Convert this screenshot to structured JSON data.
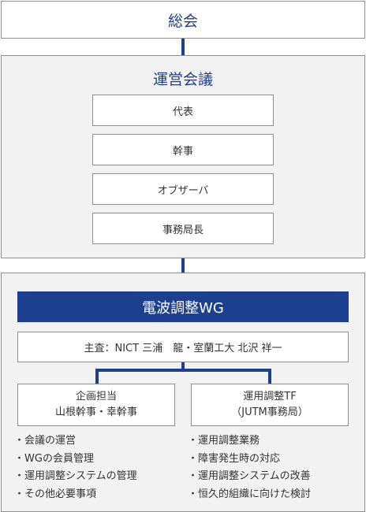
{
  "general_meeting": {
    "label": "総会"
  },
  "steering_committee": {
    "label": "運営会議",
    "members": [
      "代表",
      "幹事",
      "オブザーバ",
      "事務局長"
    ]
  },
  "wg": {
    "title": "電波調整WG",
    "chair": "主査：NICT 三浦　龍・室蘭工大 北沢 祥一",
    "planning": {
      "line1": "企画担当",
      "line2": "山根幹事・幸幹事",
      "tasks": [
        "会議の運営",
        "WGの会員管理",
        "運用調整システムの管理",
        "その他必要事項"
      ]
    },
    "operations": {
      "line1": "運用調整TF",
      "line2": "（JUTM事務局）",
      "tasks": [
        "運用調整業務",
        "障害発生時の対応",
        "運用調整システムの改善",
        "恒久的組織に向けた検討"
      ]
    }
  },
  "colors": {
    "accent": "#1d3f8f",
    "panel": "#f2f2f2",
    "border": "#8f8f8f"
  }
}
